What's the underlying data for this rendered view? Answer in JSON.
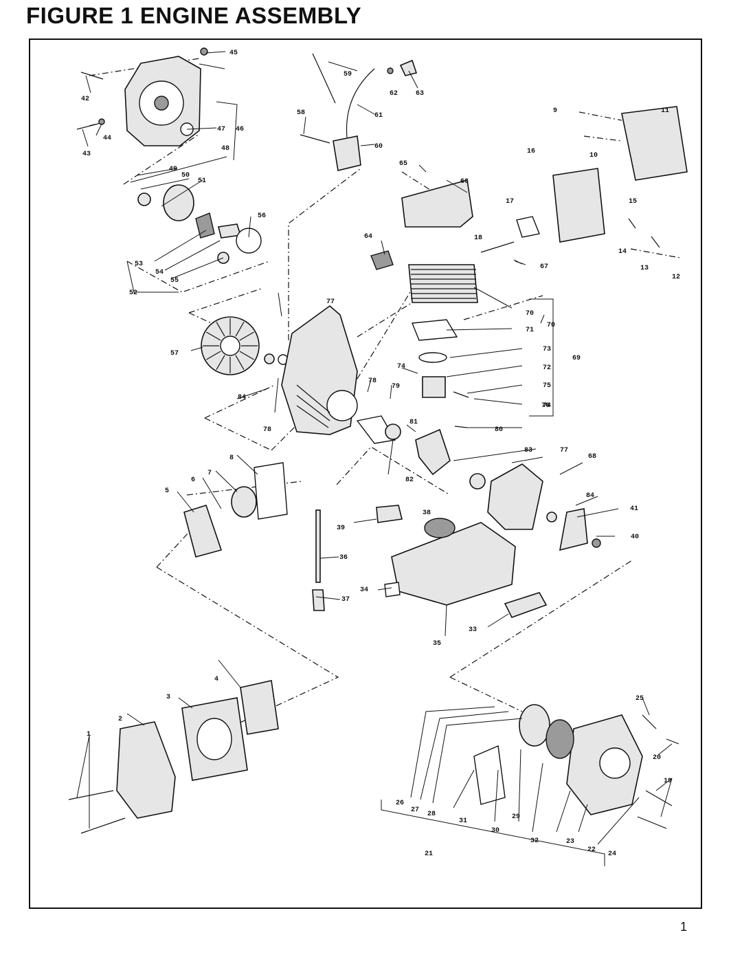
{
  "title": "FIGURE 1  ENGINE ASSEMBLY",
  "page_number": "1",
  "part_numbers": [
    "1",
    "2",
    "3",
    "4",
    "5",
    "6",
    "7",
    "8",
    "9",
    "10",
    "11",
    "12",
    "13",
    "14",
    "15",
    "16",
    "17",
    "18",
    "19",
    "20",
    "21",
    "22",
    "23",
    "24",
    "25",
    "26",
    "27",
    "28",
    "29",
    "30",
    "31",
    "32",
    "33",
    "34",
    "35",
    "36",
    "37",
    "38",
    "39",
    "40",
    "41",
    "42",
    "43",
    "44",
    "45",
    "46",
    "47",
    "48",
    "49",
    "50",
    "51",
    "52",
    "53",
    "54",
    "55",
    "56",
    "57",
    "58",
    "59",
    "60",
    "61",
    "62",
    "63",
    "64",
    "65",
    "66",
    "67",
    "68",
    "69",
    "70",
    "71",
    "72",
    "73",
    "74",
    "75",
    "76",
    "77",
    "78",
    "79",
    "80",
    "81",
    "82",
    "83",
    "84"
  ]
}
